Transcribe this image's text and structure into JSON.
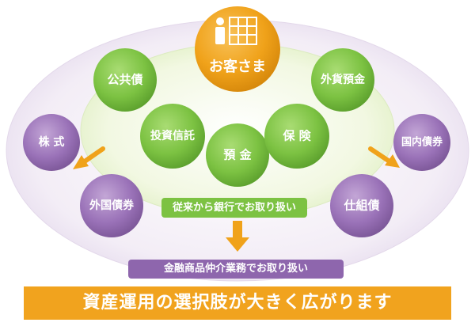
{
  "center_ball": {
    "label": "お客さま",
    "icon": "person-with-building-icon",
    "color": "#f0a21a"
  },
  "green_balls": [
    {
      "id": "public-bonds",
      "label": "公共債"
    },
    {
      "id": "foreign-deposit",
      "label": "外貨預金"
    },
    {
      "id": "investment-trust",
      "label": "投資信託"
    },
    {
      "id": "deposit",
      "label": "預 金"
    },
    {
      "id": "insurance",
      "label": "保 険"
    }
  ],
  "purple_balls": [
    {
      "id": "stocks",
      "label": "株 式"
    },
    {
      "id": "domestic-bonds",
      "label": "国内債券"
    },
    {
      "id": "foreign-bonds",
      "label": "外国債券"
    },
    {
      "id": "structured-bonds",
      "label": "仕組債"
    }
  ],
  "labels": {
    "bank_handled": "従来から銀行でお取り扱い",
    "intermediary_handled": "金融商品仲介業務でお取り扱い",
    "banner": "資産運用の選択肢が大きく広がります"
  },
  "colors": {
    "green": "#7cc242",
    "purple": "#9a72b8",
    "orange": "#f0a21a",
    "outer_ellipse": "#efe8f3",
    "inner_ellipse": "#f1f7df"
  }
}
